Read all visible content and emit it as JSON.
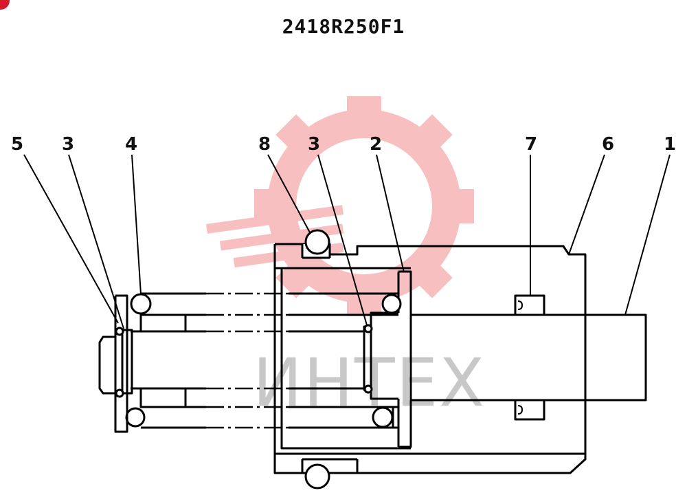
{
  "title": "2418R250F1",
  "watermark": {
    "text": "ИНТЕХ",
    "color": "#f6b4b4"
  },
  "accent_color": "#d8192a",
  "callouts": [
    "5",
    "3",
    "4",
    "8",
    "3",
    "2",
    "7",
    "6",
    "1"
  ]
}
